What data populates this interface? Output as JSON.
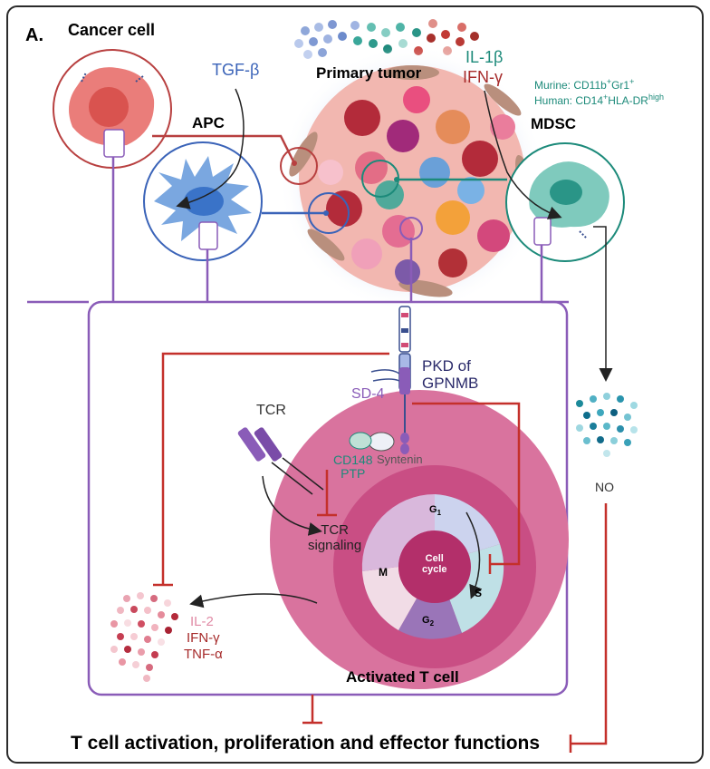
{
  "panel_label": "A.",
  "labels": {
    "cancer_cell": "Cancer cell",
    "primary_tumor": "Primary tumor",
    "apc": "APC",
    "mdsc": "MDSC",
    "tgf_beta": "TGF-β",
    "il1b": "IL-1β",
    "ifng_top": "IFN-γ",
    "murine_prefix": "Murine: CD11b",
    "murine_sup1": "+",
    "murine_mid": "Gr1",
    "murine_sup2": "+",
    "human_prefix": "Human: CD14",
    "human_sup1": "+",
    "human_mid": "HLA-DR",
    "human_sup2": "high",
    "pkd_line1": "PKD of",
    "pkd_line2": "GPNMB",
    "sd4": "SD-4",
    "tcr": "TCR",
    "cd148_line1": "CD148",
    "cd148_line2": "PTP",
    "syntenin": "Syntenin",
    "tcr_signaling_line1": "TCR",
    "tcr_signaling_line2": "signaling",
    "g1": "G",
    "g1_sub": "1",
    "g2": "G",
    "g2_sub": "2",
    "phase_m": "M",
    "phase_s": "S",
    "cell_cycle_line1": "Cell",
    "cell_cycle_line2": "cycle",
    "il2": "IL-2",
    "ifng_bottom": "IFN-γ",
    "tnfa": "TNF-α",
    "activated_t_cell": "Activated T cell",
    "no": "NO",
    "bottom_text": "T cell activation,  proliferation and effector functions"
  },
  "colors": {
    "purple_line": "#8a5cb8",
    "red_line": "#c4302b",
    "teal": "#1c8a7a",
    "blue_text": "#3a63b8",
    "dark_red_text": "#a62a2a",
    "pink_text": "#e08aa5",
    "t_cell_outer": "#d9739e",
    "t_cell_nucleus": "#c94e84"
  }
}
